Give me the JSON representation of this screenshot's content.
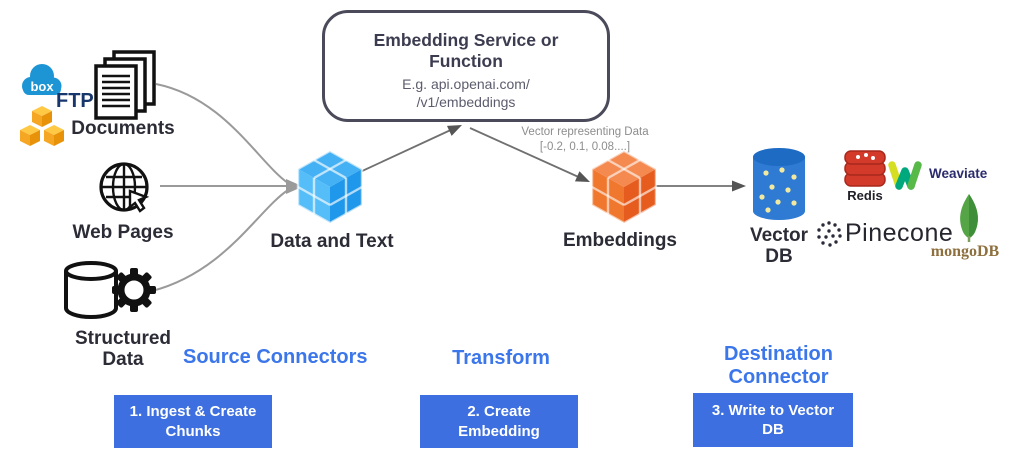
{
  "sources": {
    "box": "box",
    "ftp": "FTP",
    "documents": "Documents",
    "web_pages": "Web Pages",
    "structured_data": "Structured Data"
  },
  "flow": {
    "data_and_text": "Data and Text",
    "service_title": "Embedding Service or Function",
    "service_example_line1": "E.g. api.openai.com/",
    "service_example_line2": "/v1/embeddings",
    "vector_note_line1": "Vector representing Data",
    "vector_note_line2": "[-0.2, 0.1, 0.08....]",
    "embeddings": "Embeddings",
    "vector_db": "Vector DB"
  },
  "databases": {
    "redis": "Redis",
    "weaviate": "Weaviate",
    "pinecone": "Pinecone",
    "mongodb": "mongoDB"
  },
  "stages": {
    "source_connectors": "Source Connectors",
    "transform": "Transform",
    "destination_connector": "Destination Connector"
  },
  "steps": {
    "step1": "1. Ingest & Create Chunks",
    "step2": "2. Create Embedding",
    "step3": "3. Write to Vector DB"
  },
  "colors": {
    "stage_text_blue": "#3b76ea",
    "button_blue": "#3d6fe0",
    "label_dark": "#2c2c36",
    "cube_blue": "#3eaaf4",
    "cube_orange": "#ee6a2e",
    "vector_db_blue": "#2f7ad2",
    "arrow_gray": "#9a9a9a"
  }
}
